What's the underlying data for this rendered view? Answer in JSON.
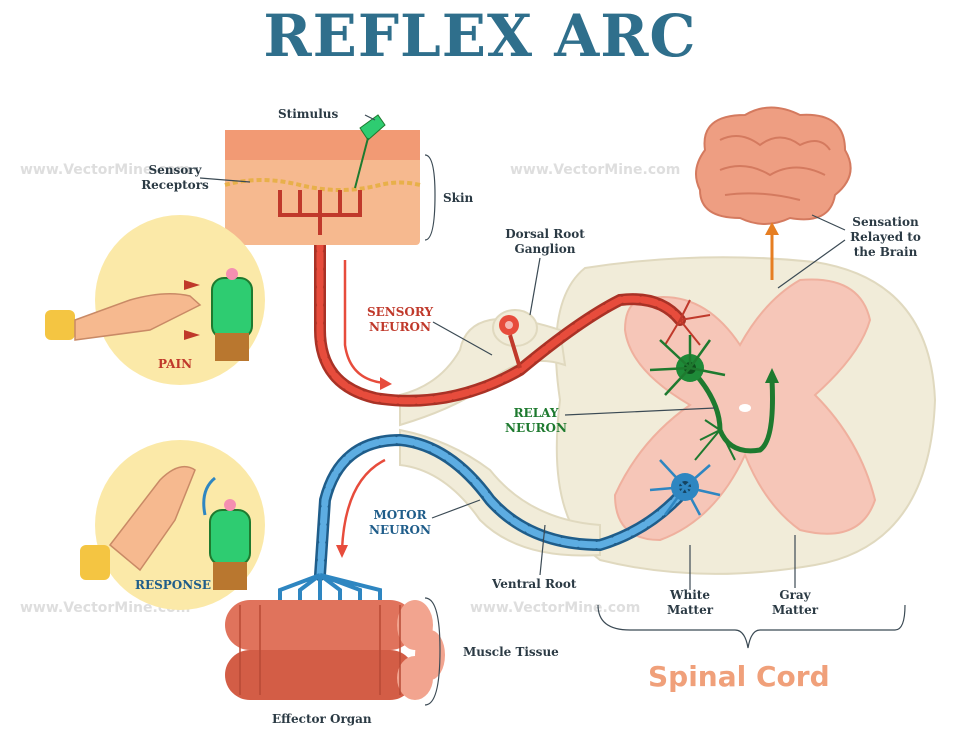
{
  "title": "REFLEX ARC",
  "labels": {
    "stimulus": "Stimulus",
    "sensory_receptors": "Sensory\nReceptors",
    "skin": "Skin",
    "dorsal_root_ganglion": "Dorsal Root\nGanglion",
    "sensation": "Sensation\nRelayed to\nthe Brain",
    "pain": "PAIN",
    "sensory_neuron": "SENSORY\nNEURON",
    "relay_neuron": "RELAY\nNEURON",
    "motor_neuron": "MOTOR\nNEURON",
    "response": "RESPONSE",
    "ventral_root": "Ventral Root",
    "white_matter": "White\nMatter",
    "gray_matter": "Gray\nMatter",
    "muscle_tissue": "Muscle Tissue",
    "effector_organ": "Effector Organ",
    "spinal_cord": "Spinal Cord"
  },
  "watermark": "www.VectorMine.com",
  "colors": {
    "title": "#2f6f8c",
    "sensory": "#c0392b",
    "relay": "#1e7a2f",
    "motor": "#2e86c1",
    "skin": "#f6b98f",
    "gray_matter": "#f6c6b8",
    "white_matter": "#f1ecd9",
    "brain": "#ee9e82",
    "muscle": "#e0735c",
    "circle_bg": "#fbe9a8"
  }
}
